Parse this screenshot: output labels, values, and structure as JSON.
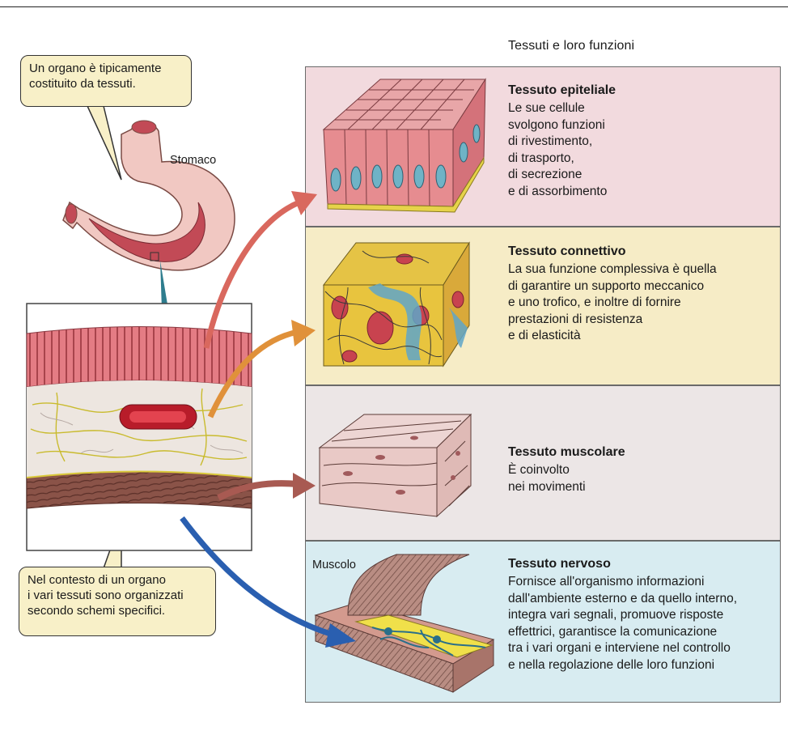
{
  "header": {
    "title": "Tessuti e loro funzioni"
  },
  "callouts": {
    "organ": "Un organo è tipicamente\ncostituito da tessuti.",
    "context": "Nel contesto di un organo\ni vari tessuti sono organizzati\nsecondo schemi specifici."
  },
  "labels": {
    "stomach": "Stomaco",
    "muscle": "Muscolo"
  },
  "tissues": [
    {
      "title": "Tessuto epiteliale",
      "description": "Le sue cellule\nsvolgono funzioni\ndi rivestimento,\ndi trasporto,\ndi secrezione\ne di assorbimento"
    },
    {
      "title": "Tessuto connettivo",
      "description": "La sua funzione complessiva è quella\ndi garantire un supporto meccanico\ne uno trofico, e inoltre di fornire\nprestazioni di resistenza\ne di elasticità"
    },
    {
      "title": "Tessuto muscolare",
      "description": "È coinvolto\nnei movimenti"
    },
    {
      "title": "Tessuto nervoso",
      "description": "Fornisce all'organismo informazioni\ndall'ambiente esterno e da quello interno,\nintegra vari segnali, promuove risposte\neffettrici, garantisce la comunicazione\ntra i vari organi e interviene nel controllo\ne nella regolazione delle loro funzioni"
    }
  ],
  "colors": {
    "epithelial_bg": "#f2dade",
    "connective_bg": "#f6ecc6",
    "muscle_bg": "#ece6e6",
    "nervous_bg": "#d8ecf1",
    "arrow_epithelial": "#d9685e",
    "arrow_connective": "#e0913a",
    "arrow_muscle": "#a85a52",
    "arrow_nervous": "#2a5fb0",
    "arrow_teal": "#2e7d8e"
  }
}
